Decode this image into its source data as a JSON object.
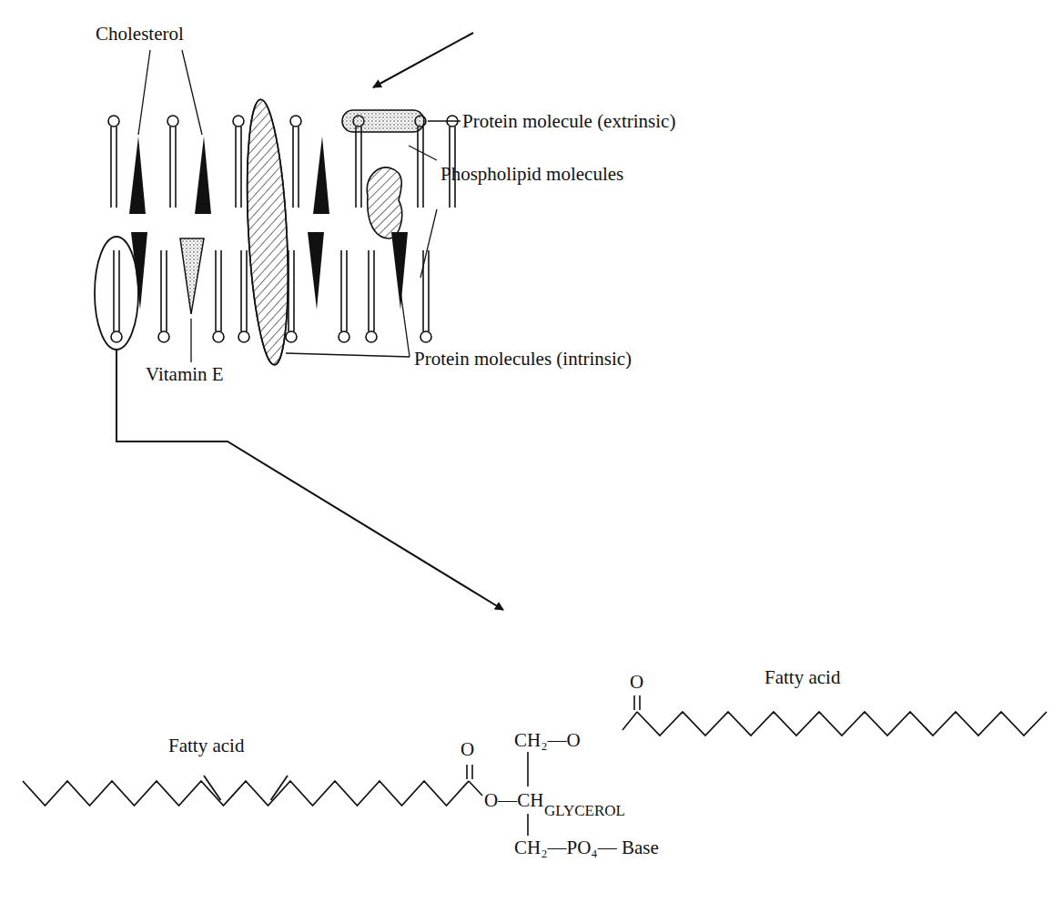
{
  "diagram": {
    "labels": [
      "Cholesterol",
      "Protein molecule (extrinsic)",
      "Phospholipid molecules",
      "Vitamin E",
      "Protein molecules (intrinsic)",
      "Fatty acid",
      "O",
      "Fatty acid",
      "O",
      "CH₂—O",
      "O—CH",
      "GLYCEROL",
      "CH₂—PO₄— Base"
    ]
  }
}
